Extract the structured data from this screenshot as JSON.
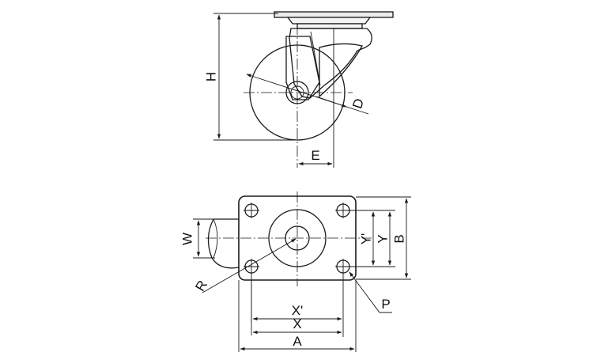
{
  "side_view": {
    "labels": {
      "height": "H",
      "diameter": "D",
      "offset": "E"
    }
  },
  "top_view": {
    "labels": {
      "width": "W",
      "radius": "R",
      "bolt_hole": "P",
      "hole_spacing_x_inner": "X'",
      "hole_spacing_x": "X",
      "plate_length": "A",
      "hole_spacing_y_inner": "Y'",
      "hole_spacing_y": "Y",
      "plate_width": "B"
    }
  }
}
